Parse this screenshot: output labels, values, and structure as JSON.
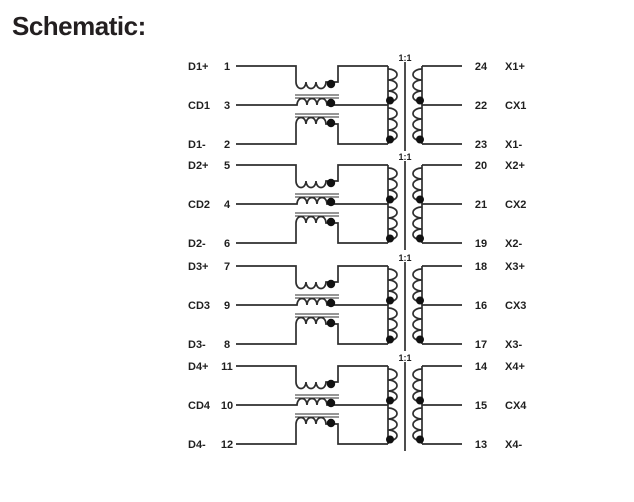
{
  "title": "Schematic:",
  "colors": {
    "background": "#ffffff",
    "line": "#2e2e2e",
    "dot": "#111111",
    "text": "#1f1f1f"
  },
  "diagram": {
    "ratio": "1:1",
    "blocks": [
      {
        "id": 1,
        "left": [
          {
            "name": "D1+",
            "pin": "1"
          },
          {
            "name": "CD1",
            "pin": "3"
          },
          {
            "name": "D1-",
            "pin": "2"
          }
        ],
        "right": [
          {
            "pin": "24",
            "name": "X1+"
          },
          {
            "pin": "22",
            "name": "CX1"
          },
          {
            "pin": "23",
            "name": "X1-"
          }
        ]
      },
      {
        "id": 2,
        "left": [
          {
            "name": "D2+",
            "pin": "5"
          },
          {
            "name": "CD2",
            "pin": "4"
          },
          {
            "name": "D2-",
            "pin": "6"
          }
        ],
        "right": [
          {
            "pin": "20",
            "name": "X2+"
          },
          {
            "pin": "21",
            "name": "CX2"
          },
          {
            "pin": "19",
            "name": "X2-"
          }
        ]
      },
      {
        "id": 3,
        "left": [
          {
            "name": "D3+",
            "pin": "7"
          },
          {
            "name": "CD3",
            "pin": "9"
          },
          {
            "name": "D3-",
            "pin": "8"
          }
        ],
        "right": [
          {
            "pin": "18",
            "name": "X3+"
          },
          {
            "pin": "16",
            "name": "CX3"
          },
          {
            "pin": "17",
            "name": "X3-"
          }
        ]
      },
      {
        "id": 4,
        "left": [
          {
            "name": "D4+",
            "pin": "11"
          },
          {
            "name": "CD4",
            "pin": "10"
          },
          {
            "name": "D4-",
            "pin": "12"
          }
        ],
        "right": [
          {
            "pin": "14",
            "name": "X4+"
          },
          {
            "pin": "15",
            "name": "CX4"
          },
          {
            "pin": "13",
            "name": "X4-"
          }
        ]
      }
    ]
  }
}
